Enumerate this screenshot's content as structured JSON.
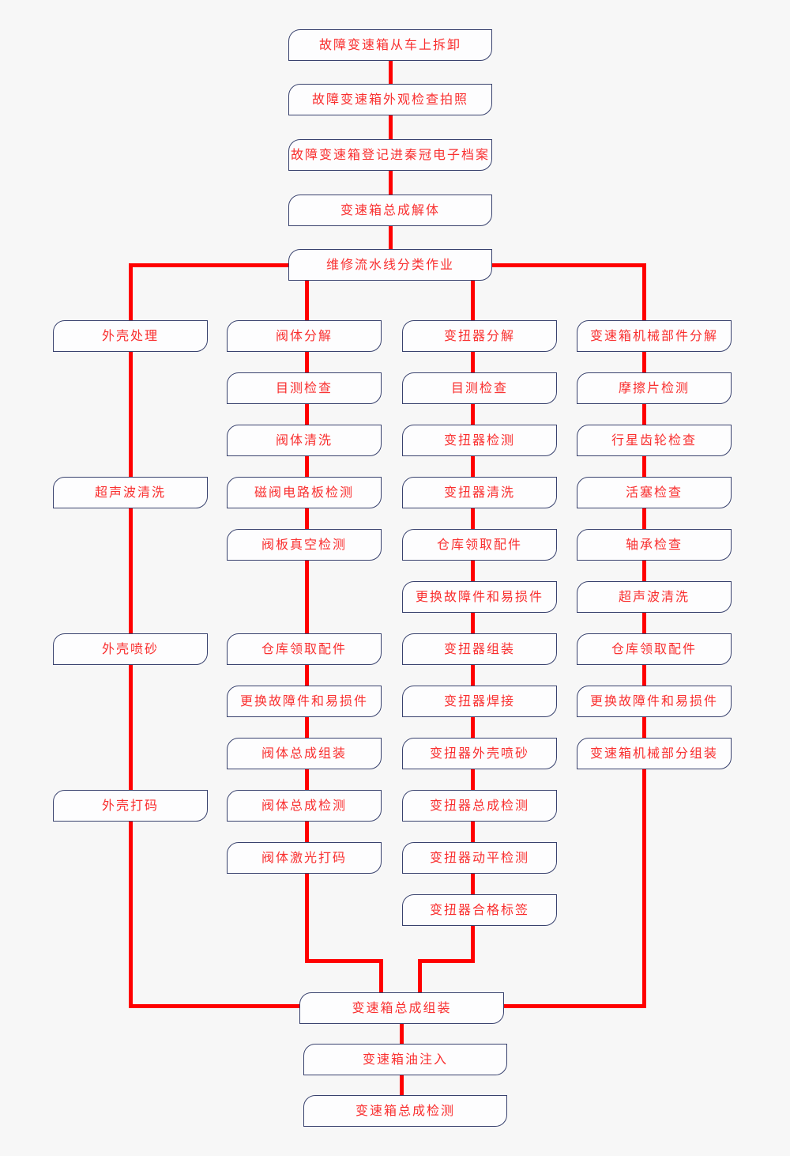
{
  "colors": {
    "connector": "#ff0000",
    "node-border": "#39426e",
    "node-fill": "#fdfdfe",
    "node-text": "#f92f2f",
    "page-bg": "#f7f7f7"
  },
  "nodes": {
    "main_top": [
      "故障变速箱从车上拆卸",
      "故障变速箱外观检查拍照",
      "故障变速箱登记进秦冠电子档案",
      "变速箱总成解体",
      "维修流水线分类作业"
    ],
    "shell_column": [
      "外壳处理",
      "超声波清洗",
      "外壳喷砂",
      "外壳打码"
    ],
    "valve_column": [
      "阀体分解",
      "目测检查",
      "阀体清洗",
      "磁阀电路板检测",
      "阀板真空检测",
      "仓库领取配件",
      "更换故障件和易损件",
      "阀体总成组装",
      "阀体总成检测",
      "阀体激光打码"
    ],
    "torque_column": [
      "变扭器分解",
      "目测检查",
      "变扭器检测",
      "变扭器清洗",
      "仓库领取配件",
      "更换故障件和易损件",
      "变扭器组装",
      "变扭器焊接",
      "变扭器外壳喷砂",
      "变扭器总成检测",
      "变扭器动平检测",
      "变扭器合格标签"
    ],
    "mech_column": [
      "变速箱机械部件分解",
      "摩擦片检测",
      "行星齿轮检查",
      "活塞检查",
      "轴承检查",
      "超声波清洗",
      "仓库领取配件",
      "更换故障件和易损件",
      "变速箱机械部分组装"
    ],
    "main_bottom": [
      "变速箱总成组装",
      "变速箱油注入",
      "变速箱总成检测"
    ]
  }
}
